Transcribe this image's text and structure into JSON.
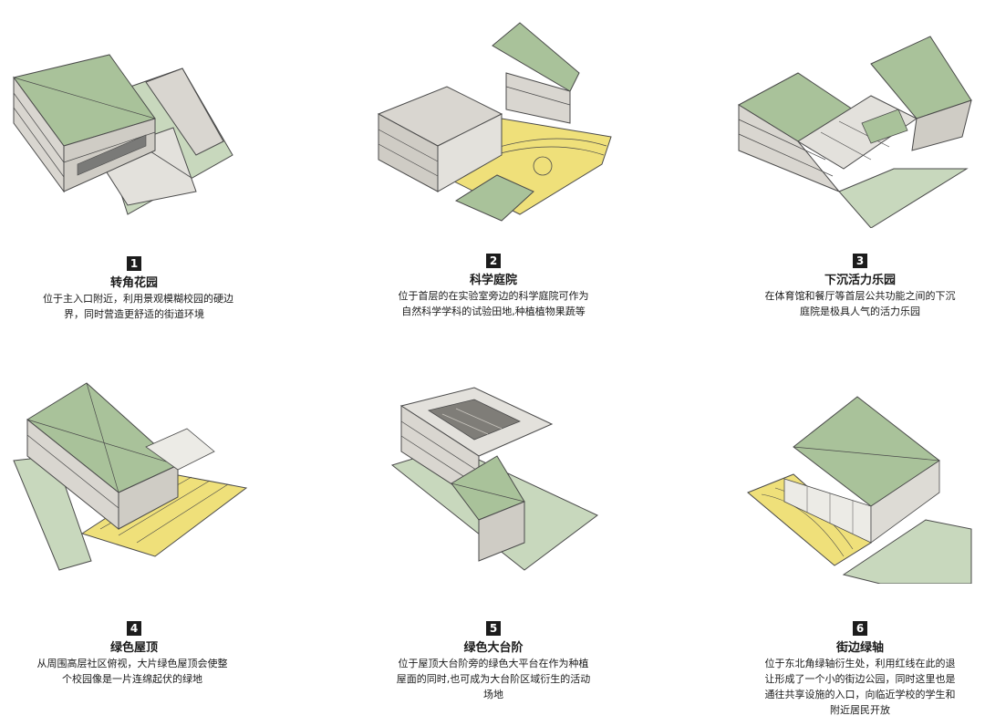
{
  "colors": {
    "roof_green": "#a9c29a",
    "roof_green_dark": "#8fae80",
    "ground_green": "#c8d8bd",
    "plaza_yellow": "#efe07a",
    "wall_gray": "#d9d6d0",
    "line": "#4a4a4a"
  },
  "panels": [
    {
      "number": "1",
      "title": "转角花园",
      "lines": [
        "位于主入口附近，利用景观模糊校园的硬边",
        "界，同时营造更舒适的街道环境"
      ]
    },
    {
      "number": "2",
      "title": "科学庭院",
      "lines": [
        "位于首层的在实验室旁边的科学庭院可作为",
        "自然科学学科的试验田地,种植植物果蔬等"
      ]
    },
    {
      "number": "3",
      "title": "下沉活力乐园",
      "lines": [
        "在体育馆和餐厅等首层公共功能之间的下沉",
        "庭院是极具人气的活力乐园"
      ]
    },
    {
      "number": "4",
      "title": "绿色屋顶",
      "lines": [
        "从周围高层社区俯视，大片绿色屋顶会使整",
        "个校园像是一片连绵起伏的绿地"
      ]
    },
    {
      "number": "5",
      "title": "绿色大台阶",
      "lines": [
        "位于屋顶大台阶旁的绿色大平台在作为种植",
        "屋面的同时,也可成为大台阶区域衍生的活动",
        "场地"
      ]
    },
    {
      "number": "6",
      "title": "街边绿轴",
      "lines": [
        "位于东北角绿轴衍生处，利用红线在此的退",
        "让形成了一个小的街边公园，同时这里也是",
        "通往共享设施的入口，向临近学校的学生和",
        "附近居民开放"
      ]
    }
  ]
}
